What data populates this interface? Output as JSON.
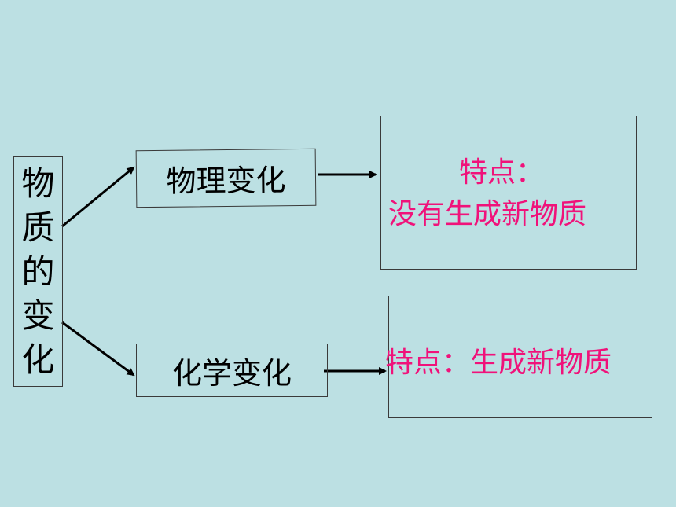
{
  "root": {
    "chars": [
      "物",
      "质",
      "的",
      "变",
      "化"
    ]
  },
  "physical": {
    "label": "物理变化",
    "feature_title": "特点：",
    "feature_desc": "没有生成新物质"
  },
  "chemical": {
    "label": "化学变化",
    "feature": "特点：生成新物质"
  },
  "colors": {
    "background": "#BCE0E3",
    "feature_text": "#F0127A",
    "text": "#000000"
  }
}
